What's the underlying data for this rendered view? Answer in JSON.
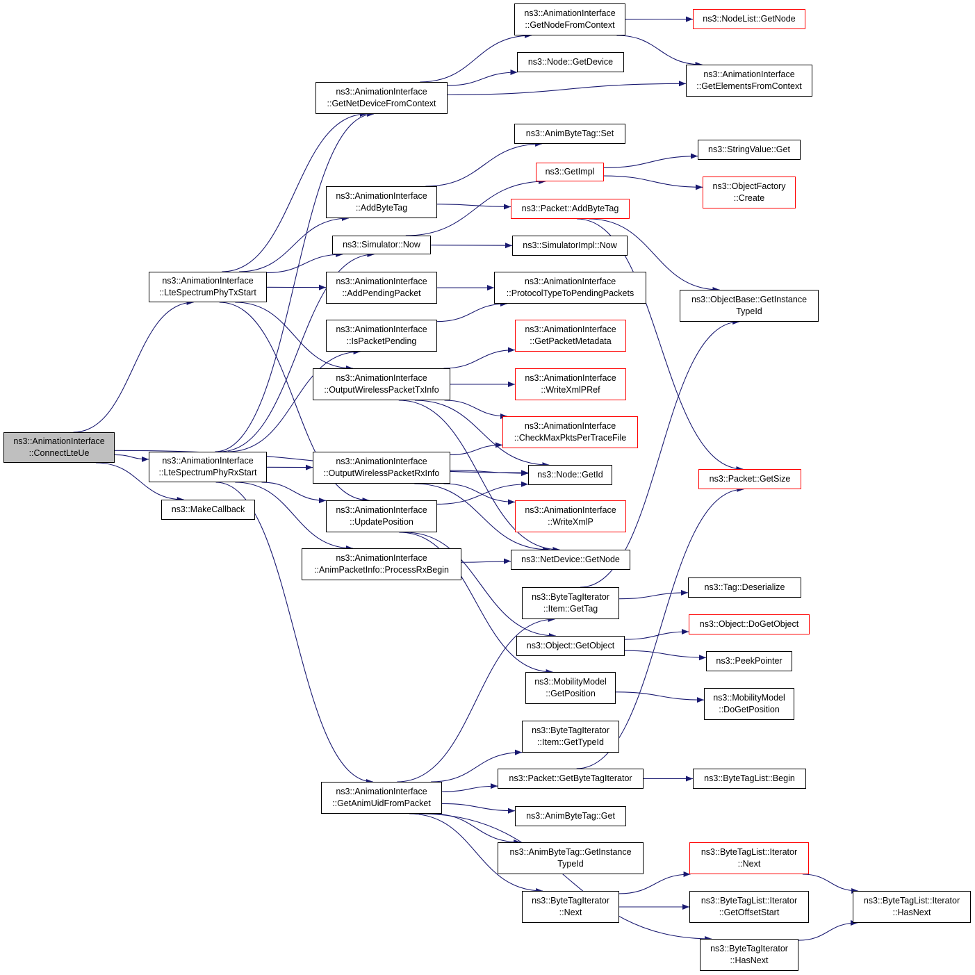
{
  "colors": {
    "edge": "#191970",
    "box_border": "#000000",
    "box_border_external": "#ff0000",
    "root_fill": "#bfbfbf"
  },
  "nodes": [
    {
      "id": "connectLteUe",
      "lines": [
        "ns3::AnimationInterface",
        "::ConnectLteUe"
      ],
      "style": "root"
    },
    {
      "id": "lteTxStart",
      "lines": [
        "ns3::AnimationInterface",
        "::LteSpectrumPhyTxStart"
      ],
      "style": "normal"
    },
    {
      "id": "lteRxStart",
      "lines": [
        "ns3::AnimationInterface",
        "::LteSpectrumPhyRxStart"
      ],
      "style": "normal"
    },
    {
      "id": "makeCallback",
      "lines": [
        "ns3::MakeCallback"
      ],
      "style": "normal"
    },
    {
      "id": "getNetDeviceFromContext",
      "lines": [
        "ns3::AnimationInterface",
        "::GetNetDeviceFromContext"
      ],
      "style": "normal"
    },
    {
      "id": "addByteTag",
      "lines": [
        "ns3::AnimationInterface",
        "::AddByteTag"
      ],
      "style": "normal"
    },
    {
      "id": "simulatorNow",
      "lines": [
        "ns3::Simulator::Now"
      ],
      "style": "normal"
    },
    {
      "id": "addPendingPacket",
      "lines": [
        "ns3::AnimationInterface",
        "::AddPendingPacket"
      ],
      "style": "normal"
    },
    {
      "id": "isPacketPending",
      "lines": [
        "ns3::AnimationInterface",
        "::IsPacketPending"
      ],
      "style": "normal"
    },
    {
      "id": "outputTxInfo",
      "lines": [
        "ns3::AnimationInterface",
        "::OutputWirelessPacketTxInfo"
      ],
      "style": "normal"
    },
    {
      "id": "outputRxInfo",
      "lines": [
        "ns3::AnimationInterface",
        "::OutputWirelessPacketRxInfo"
      ],
      "style": "normal"
    },
    {
      "id": "updatePosition",
      "lines": [
        "ns3::AnimationInterface",
        "::UpdatePosition"
      ],
      "style": "normal"
    },
    {
      "id": "processRxBegin",
      "lines": [
        "ns3::AnimationInterface",
        "::AnimPacketInfo::ProcessRxBegin"
      ],
      "style": "normal"
    },
    {
      "id": "getAnimUid",
      "lines": [
        "ns3::AnimationInterface",
        "::GetAnimUidFromPacket"
      ],
      "style": "normal"
    },
    {
      "id": "getNodeFromContext",
      "lines": [
        "ns3::AnimationInterface",
        "::GetNodeFromContext"
      ],
      "style": "normal"
    },
    {
      "id": "nodeGetDevice",
      "lines": [
        "ns3::Node::GetDevice"
      ],
      "style": "normal"
    },
    {
      "id": "animByteTagSet",
      "lines": [
        "ns3::AnimByteTag::Set"
      ],
      "style": "normal"
    },
    {
      "id": "getImpl",
      "lines": [
        "ns3::GetImpl"
      ],
      "style": "external"
    },
    {
      "id": "packetAddByteTag",
      "lines": [
        "ns3::Packet::AddByteTag"
      ],
      "style": "external"
    },
    {
      "id": "simImplNow",
      "lines": [
        "ns3::SimulatorImpl::Now"
      ],
      "style": "normal"
    },
    {
      "id": "protocolType",
      "lines": [
        "ns3::AnimationInterface",
        "::ProtocolTypeToPendingPackets"
      ],
      "style": "normal"
    },
    {
      "id": "getPacketMetadata",
      "lines": [
        "ns3::AnimationInterface",
        "::GetPacketMetadata"
      ],
      "style": "external"
    },
    {
      "id": "writeXmlPRef",
      "lines": [
        "ns3::AnimationInterface",
        "::WriteXmlPRef"
      ],
      "style": "external"
    },
    {
      "id": "checkMaxPkts",
      "lines": [
        "ns3::AnimationInterface",
        "::CheckMaxPktsPerTraceFile"
      ],
      "style": "external"
    },
    {
      "id": "nodeGetId",
      "lines": [
        "ns3::Node::GetId"
      ],
      "style": "normal"
    },
    {
      "id": "writeXmlP",
      "lines": [
        "ns3::AnimationInterface",
        "::WriteXmlP"
      ],
      "style": "external"
    },
    {
      "id": "netDeviceGetNode",
      "lines": [
        "ns3::NetDevice::GetNode"
      ],
      "style": "normal"
    },
    {
      "id": "itemGetTag",
      "lines": [
        "ns3::ByteTagIterator",
        "::Item::GetTag"
      ],
      "style": "normal"
    },
    {
      "id": "objectGetObject",
      "lines": [
        "ns3::Object::GetObject"
      ],
      "style": "normal"
    },
    {
      "id": "mobilityGetPosition",
      "lines": [
        "ns3::MobilityModel",
        "::GetPosition"
      ],
      "style": "normal"
    },
    {
      "id": "itemGetTypeId",
      "lines": [
        "ns3::ByteTagIterator",
        "::Item::GetTypeId"
      ],
      "style": "normal"
    },
    {
      "id": "packetGetByteTagIterator",
      "lines": [
        "ns3::Packet::GetByteTagIterator"
      ],
      "style": "normal"
    },
    {
      "id": "animByteTagGet",
      "lines": [
        "ns3::AnimByteTag::Get"
      ],
      "style": "normal"
    },
    {
      "id": "animByteTagGetInstanceTypeId",
      "lines": [
        "ns3::AnimByteTag::GetInstance",
        "TypeId"
      ],
      "style": "normal"
    },
    {
      "id": "byteTagIteratorNext",
      "lines": [
        "ns3::ByteTagIterator",
        "::Next"
      ],
      "style": "normal"
    },
    {
      "id": "nodeListGetNode",
      "lines": [
        "ns3::NodeList::GetNode"
      ],
      "style": "external"
    },
    {
      "id": "getElementsFromContext",
      "lines": [
        "ns3::AnimationInterface",
        "::GetElementsFromContext"
      ],
      "style": "normal"
    },
    {
      "id": "stringValueGet",
      "lines": [
        "ns3::StringValue::Get"
      ],
      "style": "normal"
    },
    {
      "id": "objectFactoryCreate",
      "lines": [
        "ns3::ObjectFactory",
        "::Create"
      ],
      "style": "external"
    },
    {
      "id": "objectBaseGetInstanceTypeId",
      "lines": [
        "ns3::ObjectBase::GetInstance",
        "TypeId"
      ],
      "style": "normal"
    },
    {
      "id": "packetGetSize",
      "lines": [
        "ns3::Packet::GetSize"
      ],
      "style": "external"
    },
    {
      "id": "tagDeserialize",
      "lines": [
        "ns3::Tag::Deserialize"
      ],
      "style": "normal"
    },
    {
      "id": "objectDoGetObject",
      "lines": [
        "ns3::Object::DoGetObject"
      ],
      "style": "external"
    },
    {
      "id": "peekPointer",
      "lines": [
        "ns3::PeekPointer"
      ],
      "style": "normal"
    },
    {
      "id": "mobilityDoGetPosition",
      "lines": [
        "ns3::MobilityModel",
        "::DoGetPosition"
      ],
      "style": "normal"
    },
    {
      "id": "byteTagListBegin",
      "lines": [
        "ns3::ByteTagList::Begin"
      ],
      "style": "normal"
    },
    {
      "id": "byteTagListIterNext",
      "lines": [
        "ns3::ByteTagList::Iterator",
        "::Next"
      ],
      "style": "external"
    },
    {
      "id": "getOffsetStart",
      "lines": [
        "ns3::ByteTagList::Iterator",
        "::GetOffsetStart"
      ],
      "style": "normal"
    },
    {
      "id": "byteTagIteratorHasNext",
      "lines": [
        "ns3::ByteTagIterator",
        "::HasNext"
      ],
      "style": "normal"
    },
    {
      "id": "byteTagListIterHasNext",
      "lines": [
        "ns3::ByteTagList::Iterator",
        "::HasNext"
      ],
      "style": "normal"
    }
  ],
  "edges": [
    [
      "connectLteUe",
      "lteTxStart"
    ],
    [
      "connectLteUe",
      "lteRxStart"
    ],
    [
      "connectLteUe",
      "makeCallback"
    ],
    [
      "connectLteUe",
      "nodeGetId"
    ],
    [
      "lteTxStart",
      "getNetDeviceFromContext"
    ],
    [
      "lteTxStart",
      "addByteTag"
    ],
    [
      "lteTxStart",
      "simulatorNow"
    ],
    [
      "lteTxStart",
      "addPendingPacket"
    ],
    [
      "lteTxStart",
      "outputTxInfo"
    ],
    [
      "lteTxStart",
      "updatePosition"
    ],
    [
      "lteRxStart",
      "getNetDeviceFromContext"
    ],
    [
      "lteRxStart",
      "simulatorNow"
    ],
    [
      "lteRxStart",
      "isPacketPending"
    ],
    [
      "lteRxStart",
      "outputRxInfo"
    ],
    [
      "lteRxStart",
      "updatePosition"
    ],
    [
      "lteRxStart",
      "processRxBegin"
    ],
    [
      "lteRxStart",
      "getAnimUid"
    ],
    [
      "getNetDeviceFromContext",
      "getNodeFromContext"
    ],
    [
      "getNetDeviceFromContext",
      "nodeGetDevice"
    ],
    [
      "getNetDeviceFromContext",
      "getElementsFromContext"
    ],
    [
      "getNodeFromContext",
      "nodeListGetNode"
    ],
    [
      "getNodeFromContext",
      "getElementsFromContext"
    ],
    [
      "addByteTag",
      "animByteTagSet"
    ],
    [
      "addByteTag",
      "packetAddByteTag"
    ],
    [
      "simulatorNow",
      "getImpl"
    ],
    [
      "simulatorNow",
      "simImplNow"
    ],
    [
      "getImpl",
      "stringValueGet"
    ],
    [
      "getImpl",
      "objectFactoryCreate"
    ],
    [
      "packetAddByteTag",
      "objectBaseGetInstanceTypeId"
    ],
    [
      "packetAddByteTag",
      "packetGetSize"
    ],
    [
      "addPendingPacket",
      "protocolType"
    ],
    [
      "isPacketPending",
      "protocolType"
    ],
    [
      "outputTxInfo",
      "getPacketMetadata"
    ],
    [
      "outputTxInfo",
      "writeXmlPRef"
    ],
    [
      "outputTxInfo",
      "checkMaxPkts"
    ],
    [
      "outputTxInfo",
      "nodeGetId"
    ],
    [
      "outputTxInfo",
      "netDeviceGetNode"
    ],
    [
      "outputRxInfo",
      "checkMaxPkts"
    ],
    [
      "outputRxInfo",
      "nodeGetId"
    ],
    [
      "outputRxInfo",
      "writeXmlP"
    ],
    [
      "outputRxInfo",
      "netDeviceGetNode"
    ],
    [
      "updatePosition",
      "nodeGetId"
    ],
    [
      "updatePosition",
      "objectGetObject"
    ],
    [
      "updatePosition",
      "mobilityGetPosition"
    ],
    [
      "processRxBegin",
      "netDeviceGetNode"
    ],
    [
      "getAnimUid",
      "itemGetTag"
    ],
    [
      "getAnimUid",
      "itemGetTypeId"
    ],
    [
      "getAnimUid",
      "packetGetByteTagIterator"
    ],
    [
      "getAnimUid",
      "animByteTagGet"
    ],
    [
      "getAnimUid",
      "animByteTagGetInstanceTypeId"
    ],
    [
      "getAnimUid",
      "byteTagIteratorNext"
    ],
    [
      "getAnimUid",
      "byteTagIteratorHasNext"
    ],
    [
      "itemGetTag",
      "objectBaseGetInstanceTypeId"
    ],
    [
      "itemGetTag",
      "tagDeserialize"
    ],
    [
      "objectGetObject",
      "objectDoGetObject"
    ],
    [
      "objectGetObject",
      "peekPointer"
    ],
    [
      "mobilityGetPosition",
      "mobilityDoGetPosition"
    ],
    [
      "packetGetByteTagIterator",
      "byteTagListBegin"
    ],
    [
      "packetGetByteTagIterator",
      "packetGetSize"
    ],
    [
      "byteTagIteratorNext",
      "byteTagListIterNext"
    ],
    [
      "byteTagIteratorNext",
      "getOffsetStart"
    ],
    [
      "byteTagListIterNext",
      "byteTagListIterHasNext"
    ],
    [
      "byteTagIteratorHasNext",
      "byteTagListIterHasNext"
    ]
  ]
}
